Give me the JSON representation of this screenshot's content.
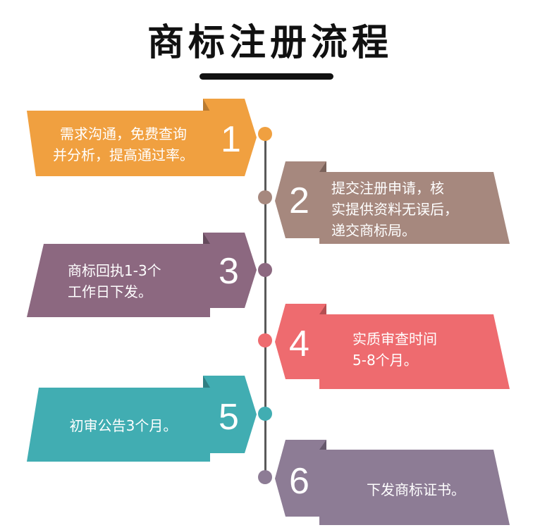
{
  "title": "商标注册流程",
  "steps": [
    {
      "number": "1",
      "text": "需求沟通，免费查询\n并分析，提高通过率。",
      "color": "#f0a040",
      "dark": "#b97a30"
    },
    {
      "number": "2",
      "text": "提交注册申请，核\n实提供资料无误后，\n递交商标局。",
      "color": "#a6887e",
      "dark": "#7a625a"
    },
    {
      "number": "3",
      "text": "商标回执1-3个\n工作日下发。",
      "color": "#8c6880",
      "dark": "#654a5c"
    },
    {
      "number": "4",
      "text": "实质审查时间\n5-8个月。",
      "color": "#ee6b6f",
      "dark": "#b44e51"
    },
    {
      "number": "5",
      "text": "初审公告3个月。",
      "color": "#41adb2",
      "dark": "#2f7f83"
    },
    {
      "number": "6",
      "text": "下发商标证书。",
      "color": "#8d7c95",
      "dark": "#66596c"
    }
  ]
}
